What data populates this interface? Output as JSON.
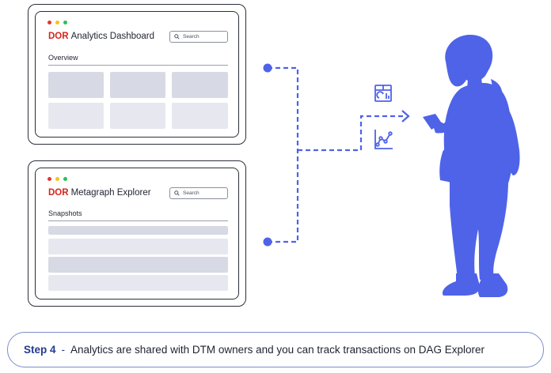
{
  "windows": [
    {
      "brand": "DOR",
      "title": "Analytics Dashboard",
      "search_placeholder": "Search",
      "section": "Overview"
    },
    {
      "brand": "DOR",
      "title": "Metagraph Explorer",
      "search_placeholder": "Search",
      "section": "Snapshots"
    }
  ],
  "caption": {
    "step": "Step 4",
    "separator": "-",
    "text": "Analytics are shared with DTM owners and you can track transactions on DAG Explorer"
  },
  "colors": {
    "accent": "#4f63e8",
    "brand_red": "#d5241c",
    "tile_dark": "#d7d9e4",
    "tile_light": "#e7e8ef"
  },
  "icons": [
    "dashboard-icon",
    "line-chart-icon",
    "person-silhouette"
  ]
}
